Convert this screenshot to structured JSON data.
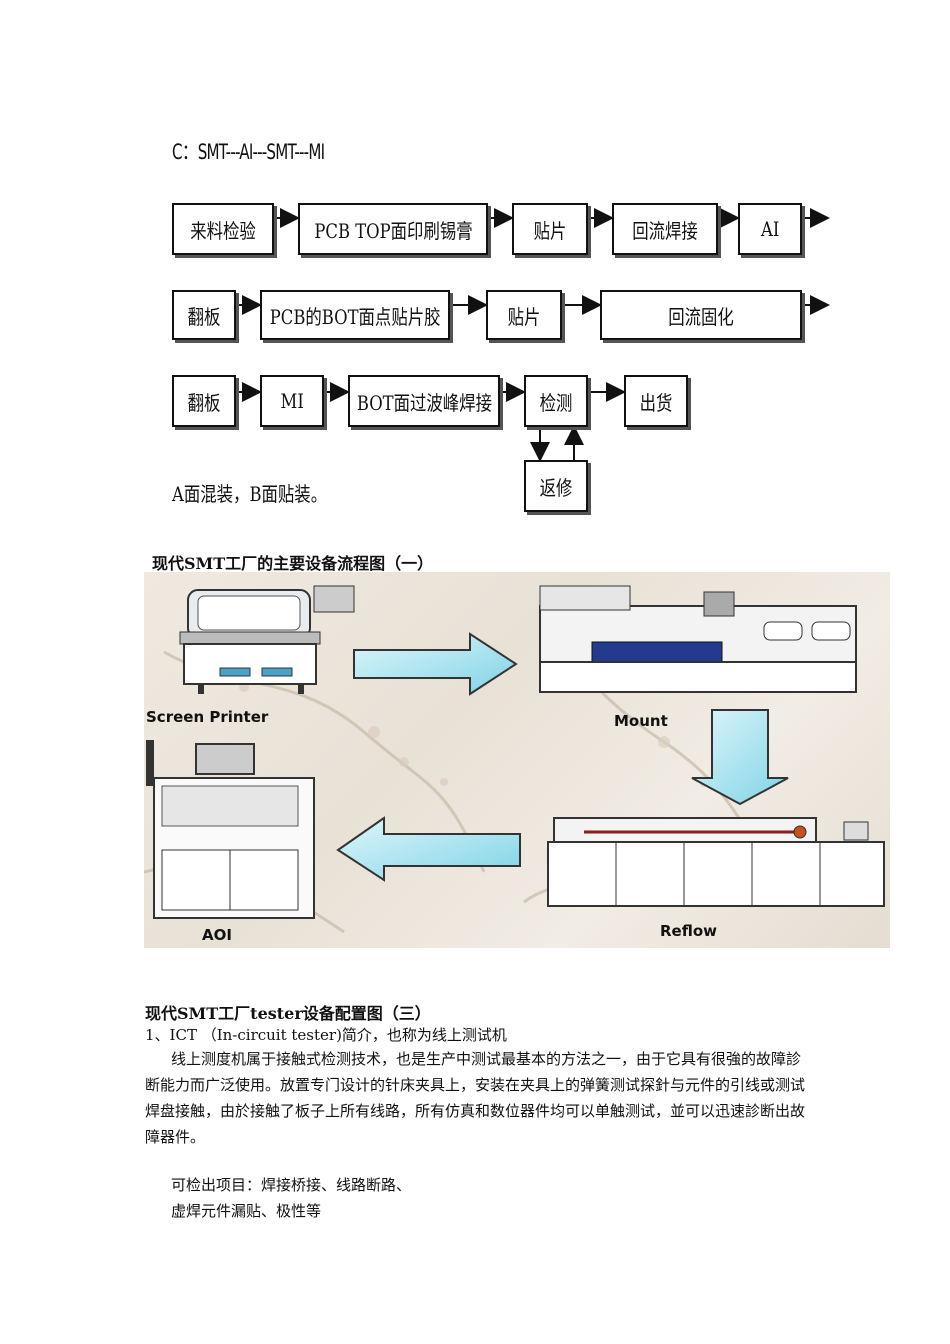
{
  "flow": {
    "title": "C：SMT---AI---SMT---MI",
    "row1": [
      "来料检验",
      "PCB TOP面印刷锡膏",
      "贴片",
      "回流焊接",
      "AI"
    ],
    "row2": [
      "翻板",
      "PCB的BOT面点贴片胶",
      "贴片",
      "回流固化"
    ],
    "row3": [
      "翻板",
      "MI",
      "BOT面过波峰焊接",
      "检测",
      "出货"
    ],
    "repair": "返修",
    "note": "A面混装，B面贴装。"
  },
  "figure1": {
    "caption": "现代SMT工厂的主要设备流程图（一）",
    "machines": {
      "screen_printer": "Screen Printer",
      "mount": "Mount",
      "reflow": "Reflow",
      "aoi": "AOI"
    }
  },
  "figure3": {
    "caption": "现代SMT工厂tester设备配置图（三）"
  },
  "ict": {
    "heading": "1、ICT  （In-circuit tester)简介，也称为线上测试机",
    "body": "线上测度机属于接触式检测技术，也是生产中测试最基本的方法之一，由于它具有很強的故障診断能力而广泛使用。放置专门设计的针床夹具上，安装在夹具上的弹簧测试探針与元件的引线或测试焊盘接触，由於接触了板子上所有线路，所有仿真和数位器件均可以单触测试，並可以迅速診断出故障器件。",
    "check_line1": "可检出项目：焊接桥接、线路断路、",
    "check_line2": "虚焊元件漏贴、极性等"
  }
}
